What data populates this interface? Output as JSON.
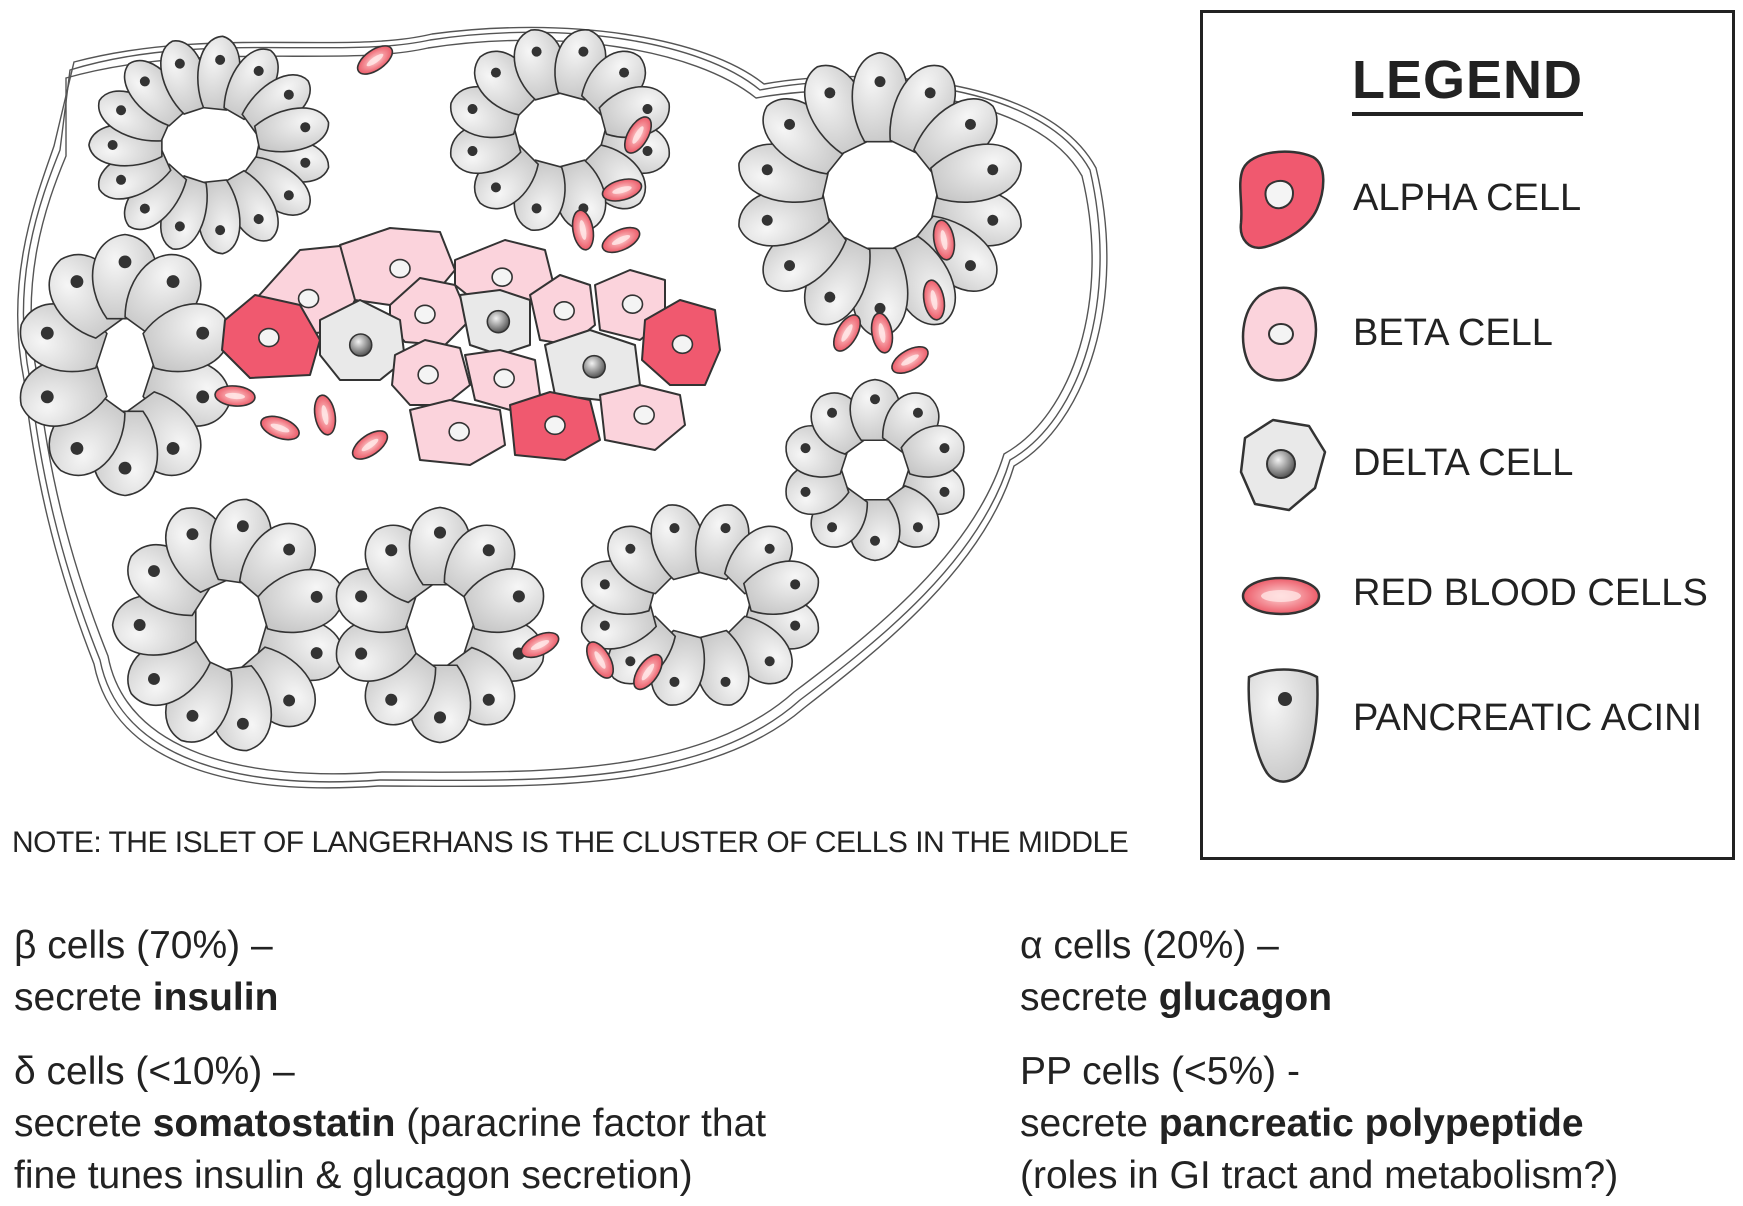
{
  "legend": {
    "title": "LEGEND",
    "items": [
      {
        "label": "ALPHA CELL",
        "fill": "#f0596f",
        "kind": "alpha"
      },
      {
        "label": "BETA CELL",
        "fill": "#fbd3dc",
        "kind": "beta"
      },
      {
        "label": "DELTA CELL",
        "fill": "#e9e9e9",
        "kind": "delta"
      },
      {
        "label": "RED BLOOD CELLS",
        "fill": "#ef5e6c",
        "kind": "rbc"
      },
      {
        "label": "PANCREATIC ACINI",
        "fill": "#dcdcdc",
        "kind": "acinus"
      }
    ]
  },
  "note": "NOTE: THE ISLET OF LANGERHANS IS THE CLUSTER OF CELLS IN THE MIDDLE",
  "cells_info": {
    "beta": {
      "line1": "β cells (70%) –",
      "prefix": "secrete ",
      "hormone": "insulin",
      "suffix": "",
      "line3": ""
    },
    "alpha": {
      "line1": "α cells (20%) –",
      "prefix": "secrete ",
      "hormone": "glucagon",
      "suffix": "",
      "line3": ""
    },
    "delta": {
      "line1": "δ cells (<10%) –",
      "prefix": "secrete ",
      "hormone": "somatostatin",
      "suffix": " (paracrine factor that",
      "line3": "fine tunes insulin & glucagon secretion)"
    },
    "pp": {
      "line1": "PP cells (<5%) -",
      "prefix": "secrete ",
      "hormone": "pancreatic polypeptide",
      "suffix": "",
      "line3": "(roles in GI tract and metabolism?)"
    }
  },
  "colors": {
    "alpha": "#f0596f",
    "beta": "#fbd3dc",
    "delta": "#e9e9e9",
    "rbc": "#ef5e6c",
    "acinus": "#dcdcdc",
    "outline": "#333333"
  }
}
